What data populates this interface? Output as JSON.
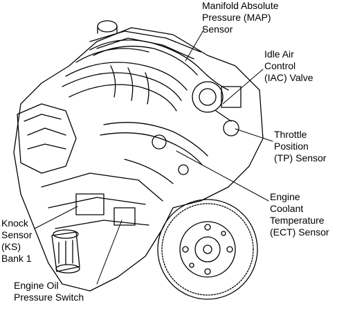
{
  "labels": {
    "map": {
      "lines": [
        "Manifold Absolute",
        "Pressure (MAP)",
        "Sensor"
      ]
    },
    "iac": {
      "lines": [
        "Idle Air",
        "Control",
        "(IAC) Valve"
      ]
    },
    "tp": {
      "lines": [
        "Throttle",
        "Position",
        "(TP) Sensor"
      ]
    },
    "ect": {
      "lines": [
        "Engine",
        "Coolant",
        "Temperature",
        "(ECT) Sensor"
      ]
    },
    "ks": {
      "lines": [
        "Knock",
        "Sensor",
        "(KS)",
        "Bank 1"
      ]
    },
    "oil": {
      "lines": [
        "Engine Oil",
        "Pressure Switch"
      ]
    }
  },
  "colors": {
    "line": "#000000",
    "background": "#ffffff"
  }
}
